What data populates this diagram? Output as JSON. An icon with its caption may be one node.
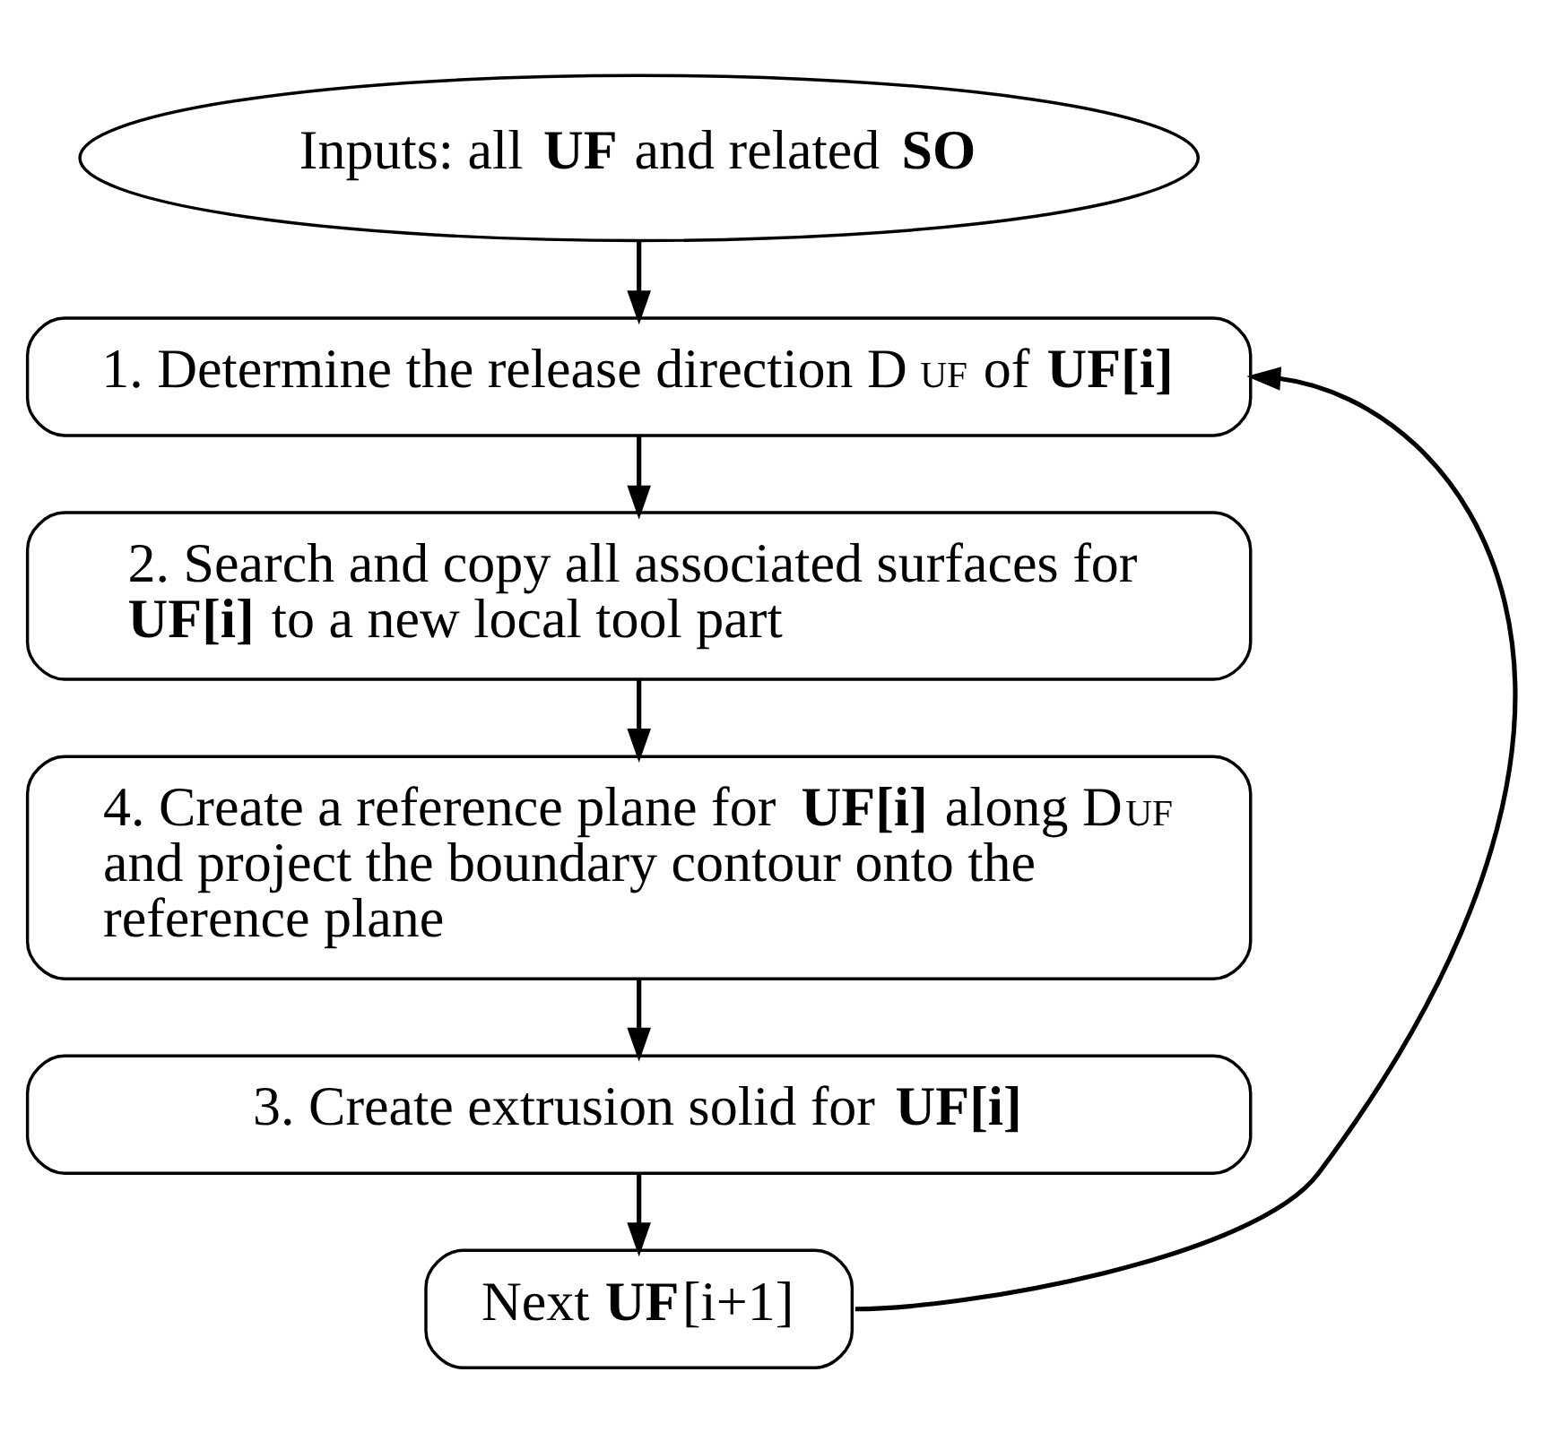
{
  "diagram": {
    "nodes": [
      {
        "text": [
          "Inputs: all **UF** and related **SO**"
        ]
      },
      {
        "text": [
          "1. Determine the release direction D$_{UF}$ of **UF[i]**"
        ]
      },
      {
        "text": [
          "2. Search and copy all associated surfaces for **UF[i]** to a new local tool part"
        ]
      },
      {
        "text": [
          "4. Create a reference plane for **UF[i]** along D$_{UF}$ and project the boundary contour onto the reference plane"
        ]
      },
      {
        "text": [
          "3. Create extrusion solid for **UF[i]**"
        ]
      },
      {
        "text": [
          "Next **UF**[i+1]"
        ]
      }
    ],
    "edges": [
      {
        "from": 0,
        "to": 1,
        "arrow": "to"
      },
      {
        "from": 1,
        "to": 2,
        "arrow": "to"
      },
      {
        "from": 2,
        "to": 3,
        "arrow": "to"
      },
      {
        "from": 3,
        "to": 4,
        "arrow": "to"
      },
      {
        "from": 4,
        "to": 5,
        "arrow": "to"
      },
      {
        "from": 5,
        "to": 1,
        "arrow": "to"
      }
    ]
  }
}
